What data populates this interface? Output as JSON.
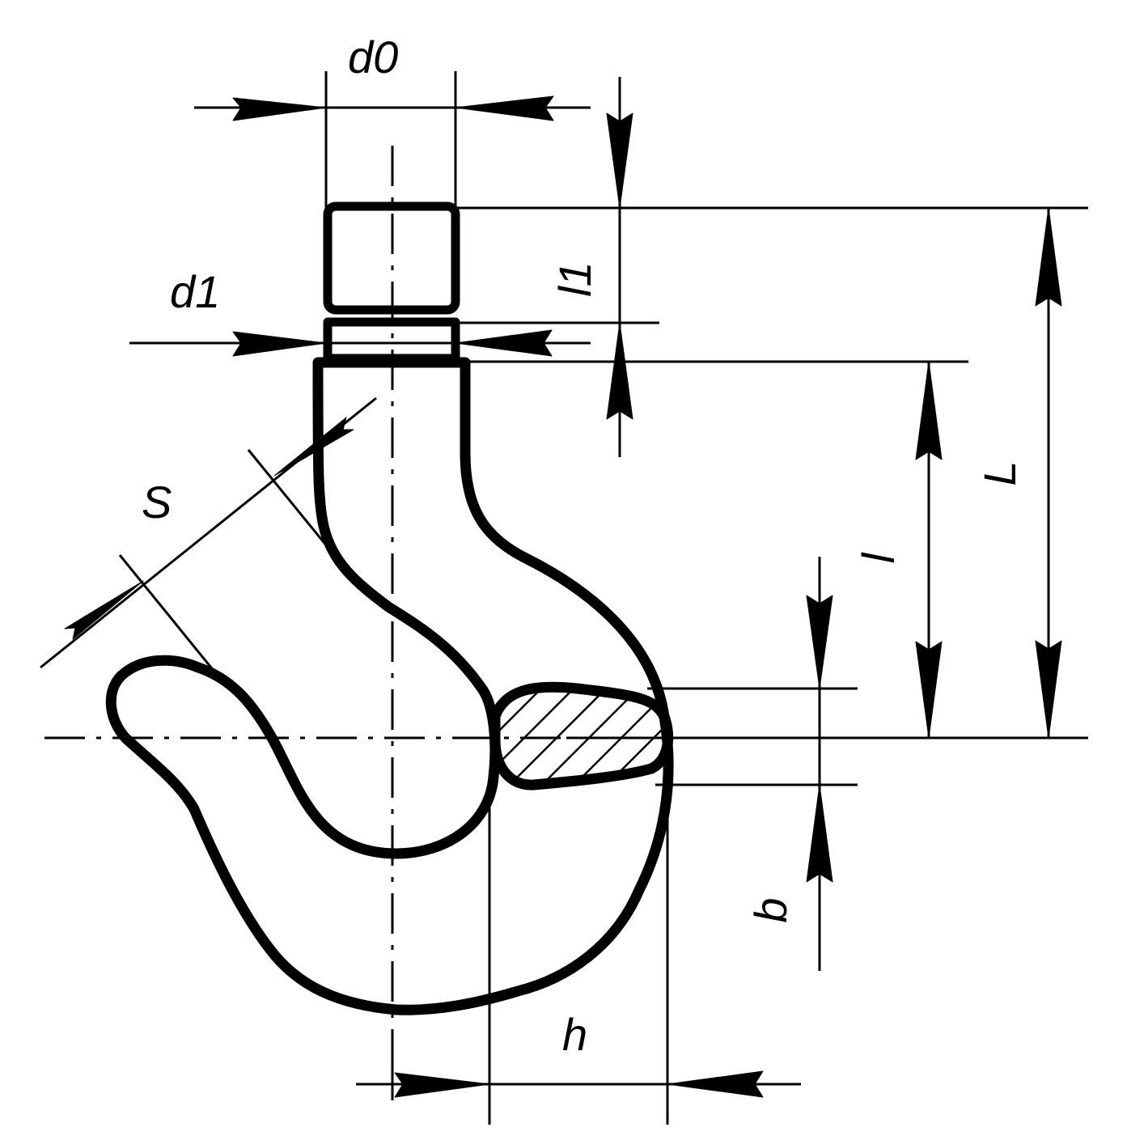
{
  "drawing": {
    "labels": {
      "d0": "d0",
      "d1": "d1",
      "l1": "l1",
      "L": "L",
      "l": "l",
      "S": "S",
      "b": "b",
      "h": "h"
    },
    "colors": {
      "line": "#000000",
      "background": "#ffffff"
    }
  }
}
